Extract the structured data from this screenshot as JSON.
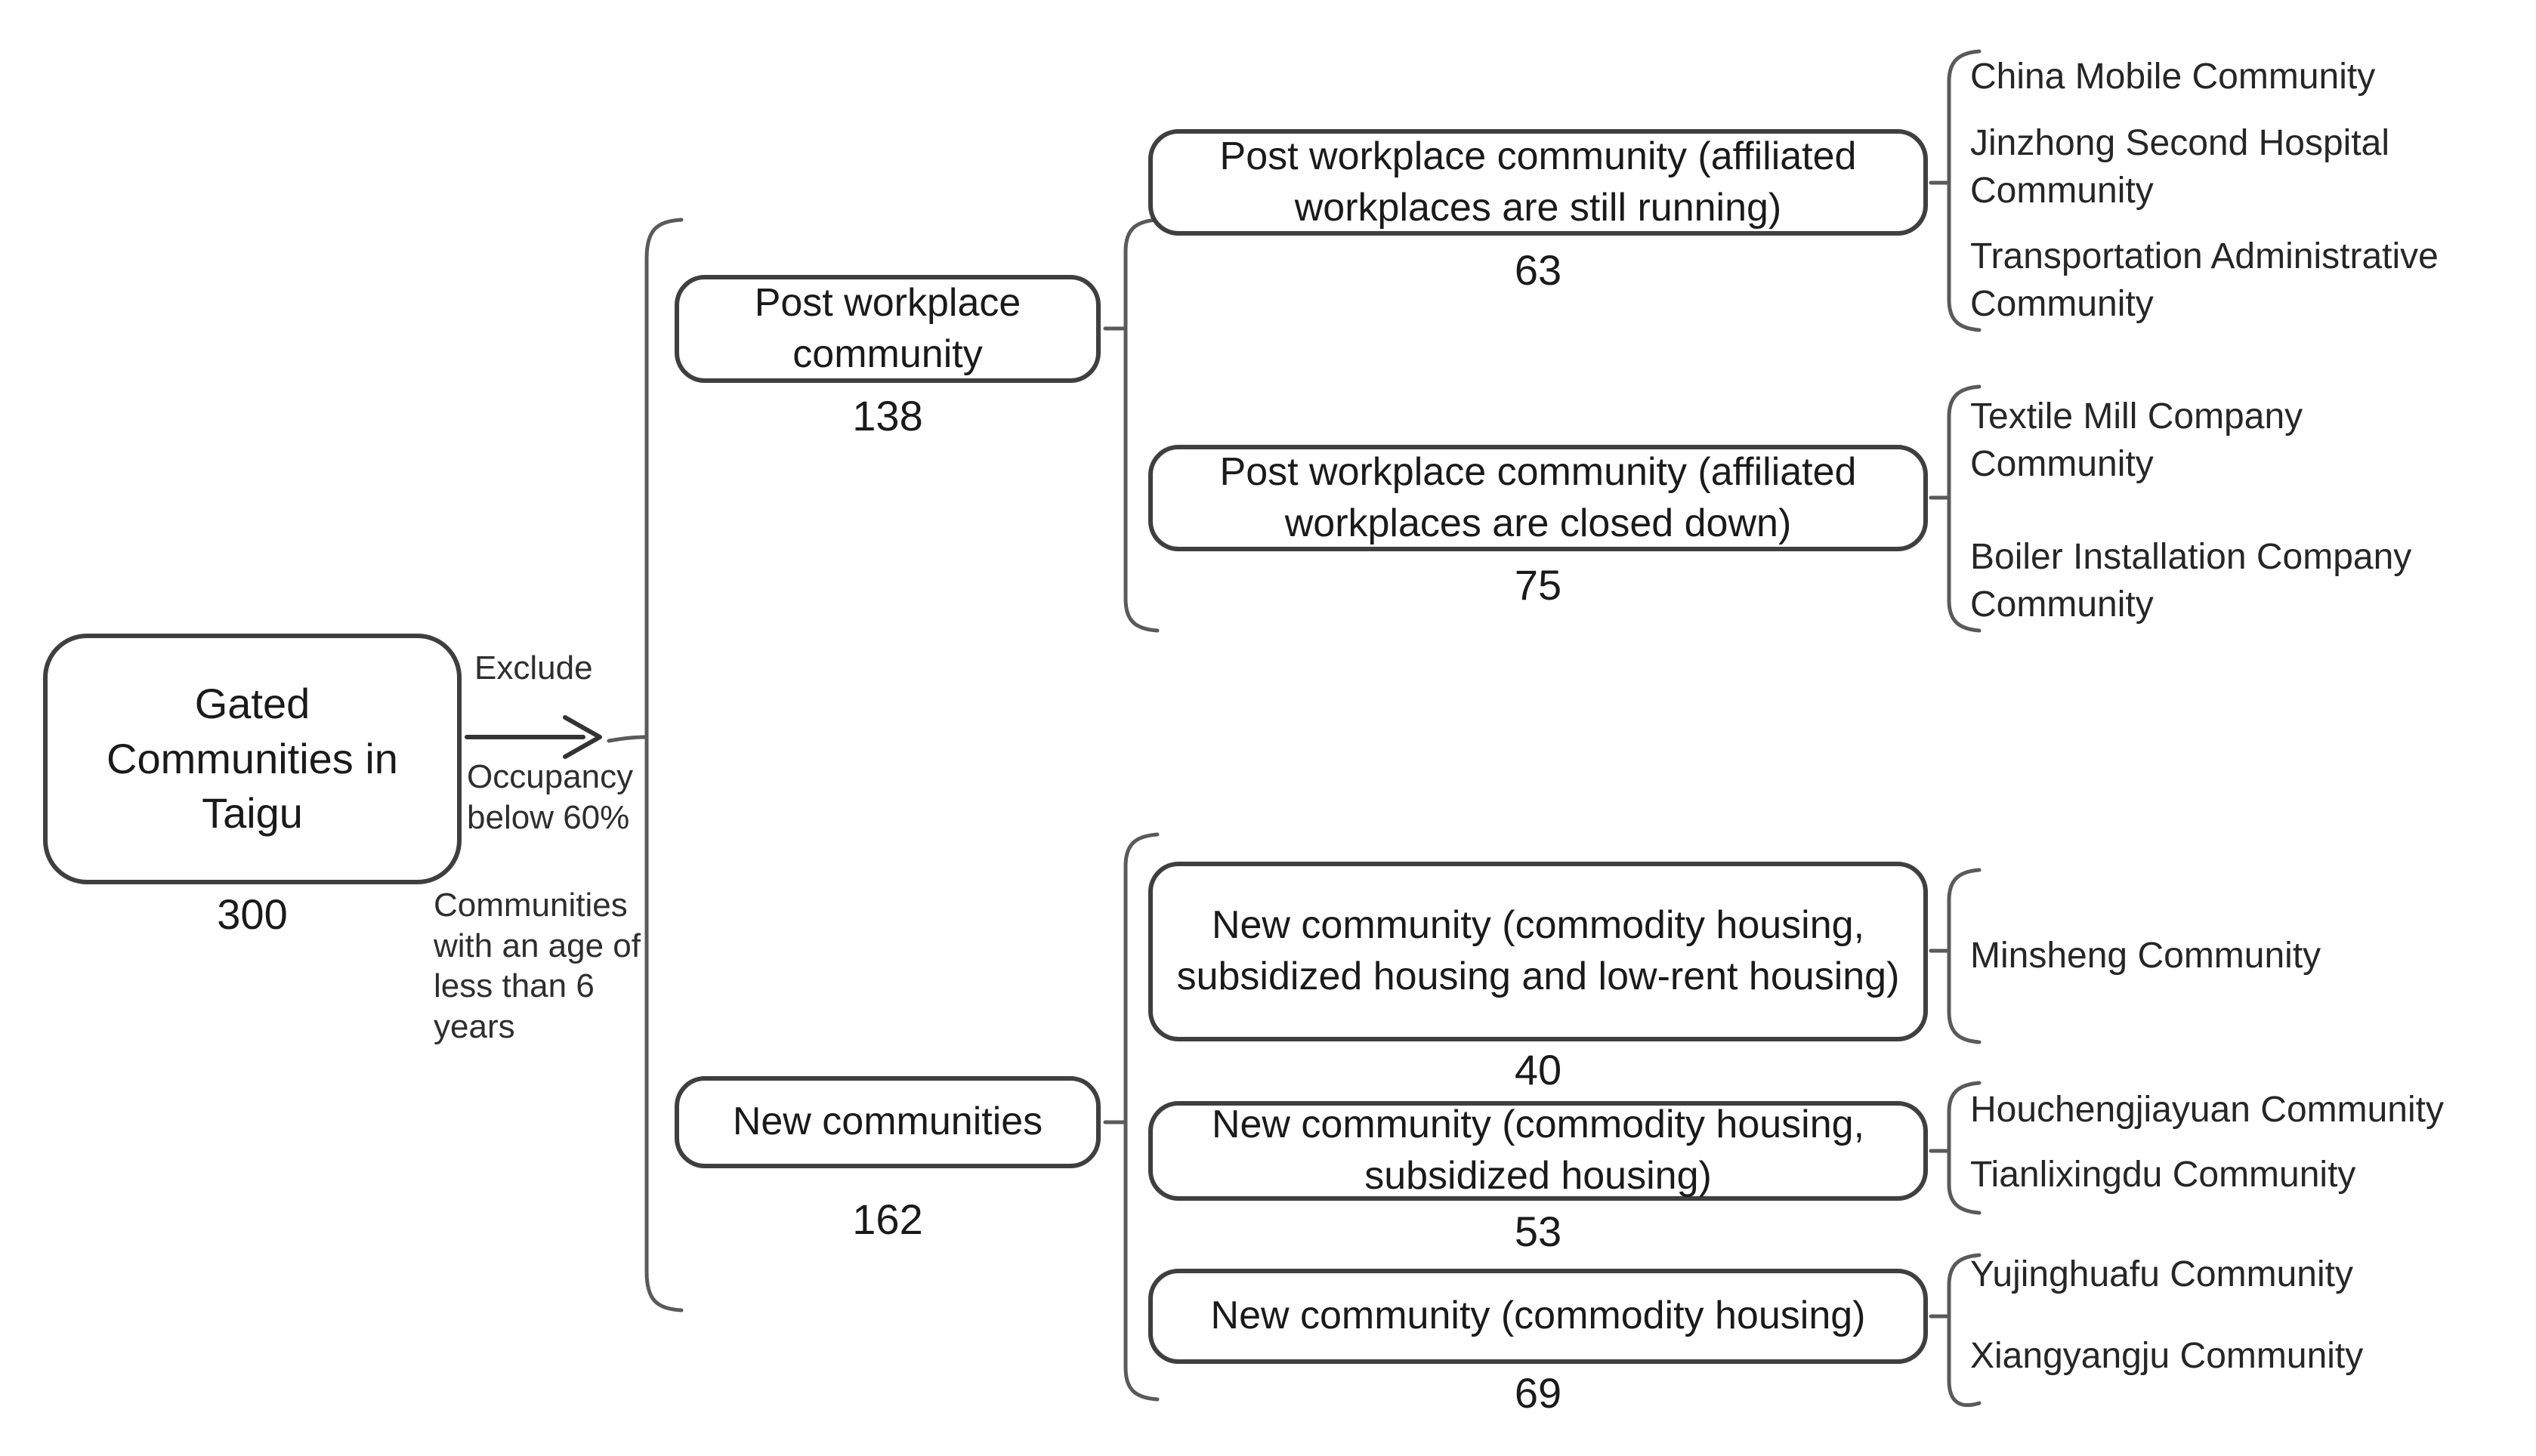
{
  "diagram": {
    "root": {
      "label": "Gated Communities in Taigu",
      "count": "300"
    },
    "arrow": {
      "label_top": "Exclude",
      "label_mid": "Occupancy below 60%",
      "label_bottom": "Communities with an age of less than 6 years"
    },
    "branches": [
      {
        "label": "Post workplace community",
        "count": "138",
        "children": [
          {
            "label": "Post workplace community (affiliated workplaces are still running)",
            "count": "63",
            "examples": [
              "China Mobile Community",
              "Jinzhong Second Hospital Community",
              "Transportation Administrative Community"
            ]
          },
          {
            "label": "Post workplace community (affiliated workplaces are closed down)",
            "count": "75",
            "examples": [
              "Textile Mill Company Community",
              "Boiler Installation Company Community"
            ]
          }
        ]
      },
      {
        "label": "New communities",
        "count": "162",
        "children": [
          {
            "label": "New community (commodity housing, subsidized housing and low-rent housing)",
            "count": "40",
            "examples": [
              "Minsheng Community"
            ]
          },
          {
            "label": "New community (commodity housing, subsidized housing)",
            "count": "53",
            "examples": [
              "Houchengjiayuan Community",
              "Tianlixingdu Community"
            ]
          },
          {
            "label": "New community (commodity housing)",
            "count": "69",
            "examples": [
              "Yujinghuafu Community",
              "Xiangyangju Community"
            ]
          }
        ]
      }
    ],
    "colors": {
      "box_border": "#3f3f3f",
      "bracket": "#5a5a5a",
      "arrow": "#333333",
      "text": "#1f1f1f"
    }
  }
}
